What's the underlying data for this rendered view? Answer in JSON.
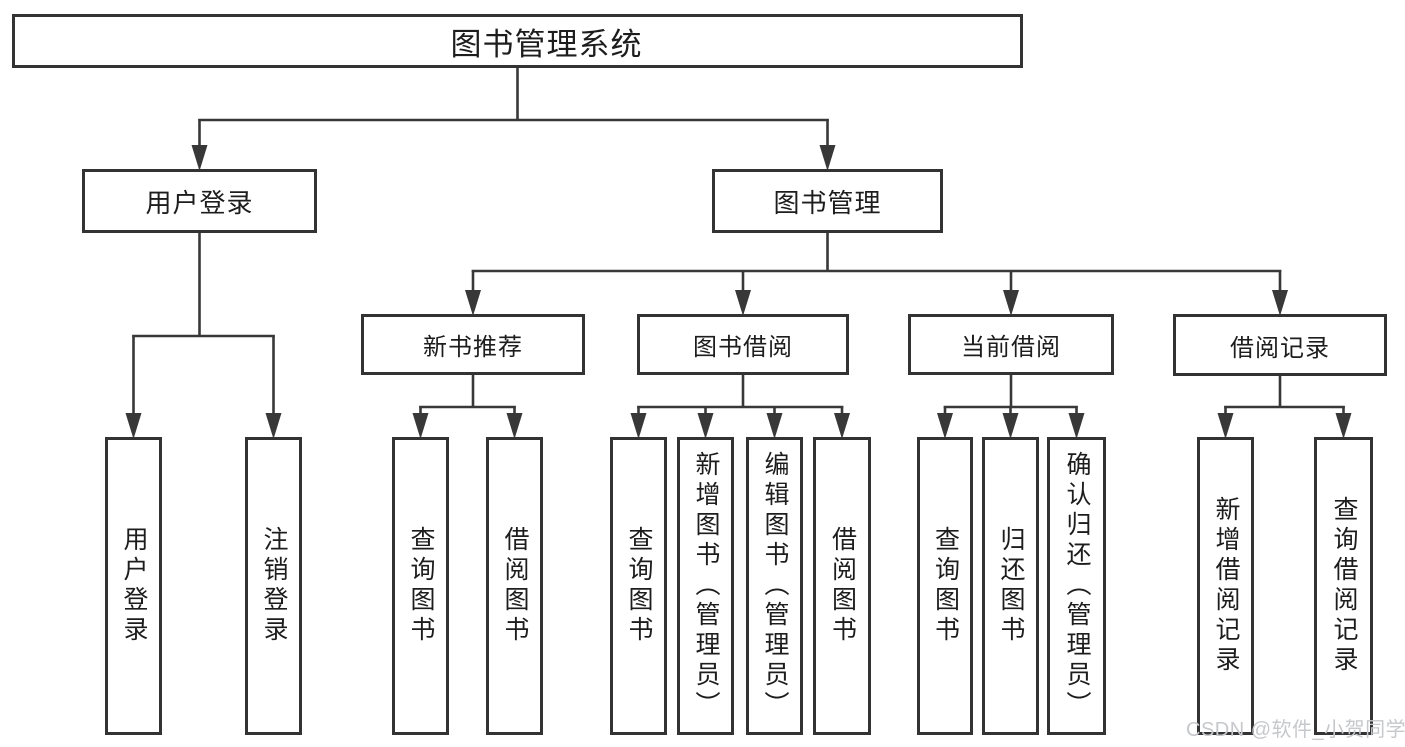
{
  "diagram": {
    "type": "tree",
    "title": "图书管理系统",
    "nodes": [
      {
        "id": "root",
        "label": "图书管理系统",
        "text_direction": "horizontal"
      },
      {
        "id": "user-login",
        "label": "用户登录",
        "text_direction": "horizontal"
      },
      {
        "id": "book-mgmt",
        "label": "图书管理",
        "text_direction": "horizontal"
      },
      {
        "id": "new-book-rec",
        "label": "新书推荐",
        "text_direction": "horizontal"
      },
      {
        "id": "book-borrow",
        "label": "图书借阅",
        "text_direction": "horizontal"
      },
      {
        "id": "current-borrow",
        "label": "当前借阅",
        "text_direction": "horizontal"
      },
      {
        "id": "borrow-record",
        "label": "借阅记录",
        "text_direction": "horizontal"
      },
      {
        "id": "leaf-user-login",
        "label": "用户登录",
        "text_direction": "vertical"
      },
      {
        "id": "leaf-logout",
        "label": "注销登录",
        "text_direction": "vertical"
      },
      {
        "id": "leaf-query-book-1",
        "label": "查询图书",
        "text_direction": "vertical"
      },
      {
        "id": "leaf-borrow-book-1",
        "label": "借阅图书",
        "text_direction": "vertical"
      },
      {
        "id": "leaf-query-book-2",
        "label": "查询图书",
        "text_direction": "vertical"
      },
      {
        "id": "leaf-add-book",
        "label": "新增图书（管理员）",
        "text_direction": "vertical"
      },
      {
        "id": "leaf-edit-book",
        "label": "编辑图书（管理员）",
        "text_direction": "vertical"
      },
      {
        "id": "leaf-borrow-book-2",
        "label": "借阅图书",
        "text_direction": "vertical"
      },
      {
        "id": "leaf-query-book-3",
        "label": "查询图书",
        "text_direction": "vertical"
      },
      {
        "id": "leaf-return-book",
        "label": "归还图书",
        "text_direction": "vertical"
      },
      {
        "id": "leaf-confirm-return",
        "label": "确认归还（管理员）",
        "text_direction": "vertical"
      },
      {
        "id": "leaf-add-borrow-record",
        "label": "新增借阅记录",
        "text_direction": "vertical"
      },
      {
        "id": "leaf-query-borrow-record",
        "label": "查询借阅记录",
        "text_direction": "vertical"
      }
    ],
    "edges": [
      {
        "from": "root",
        "to": [
          "user-login",
          "book-mgmt"
        ]
      },
      {
        "from": "user-login",
        "to": [
          "leaf-user-login",
          "leaf-logout"
        ]
      },
      {
        "from": "book-mgmt",
        "to": [
          "new-book-rec",
          "book-borrow",
          "current-borrow",
          "borrow-record"
        ]
      },
      {
        "from": "new-book-rec",
        "to": [
          "leaf-query-book-1",
          "leaf-borrow-book-1"
        ]
      },
      {
        "from": "book-borrow",
        "to": [
          "leaf-query-book-2",
          "leaf-add-book",
          "leaf-edit-book",
          "leaf-borrow-book-2"
        ]
      },
      {
        "from": "current-borrow",
        "to": [
          "leaf-query-book-3",
          "leaf-return-book",
          "leaf-confirm-return"
        ]
      },
      {
        "from": "borrow-record",
        "to": [
          "leaf-add-borrow-record",
          "leaf-query-borrow-record"
        ]
      }
    ]
  },
  "watermark": {
    "text": "CSDN @软件_小贺同学"
  },
  "colors": {
    "background": "#ffffff",
    "line": "#383838",
    "box_border": "#333333",
    "box_fill": "#ffffff",
    "text": "#1d1d1d",
    "watermark": "#c6c8cb"
  }
}
